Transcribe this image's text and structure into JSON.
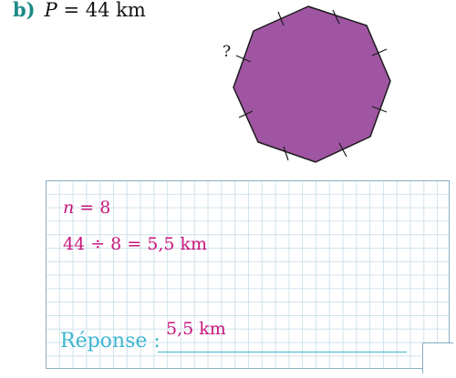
{
  "header": {
    "part_label": "b)",
    "variable": "P",
    "equals_value": " = 44 km"
  },
  "figure": {
    "side_label": "?",
    "fill_color": "#a055a3"
  },
  "work": {
    "n_var": "n",
    "n_eq": " = 8",
    "calculation": "44 ÷ 8 = 5,5 km"
  },
  "answer": {
    "label": "Réponse :",
    "value": "5,5 km"
  }
}
